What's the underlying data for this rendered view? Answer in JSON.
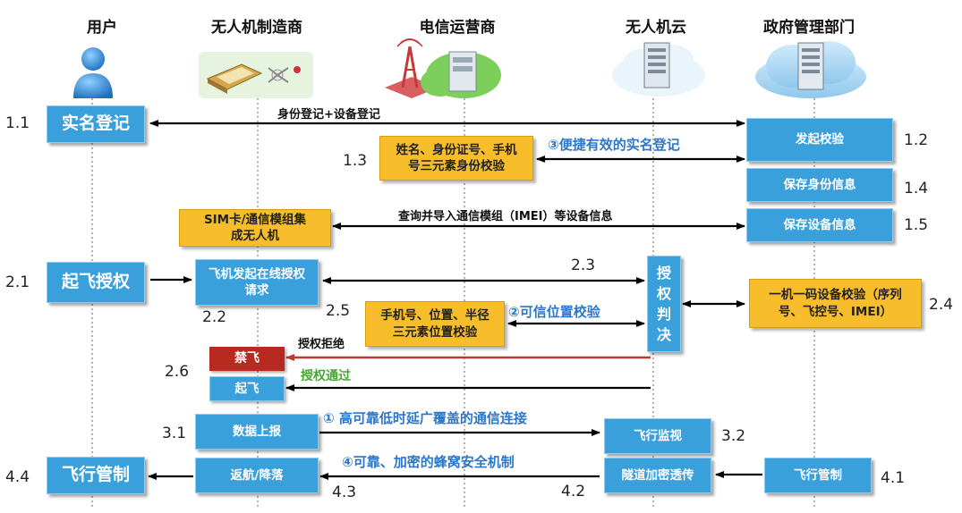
{
  "lanes": [
    {
      "name": "用户"
    },
    {
      "name": "无人机制造商"
    },
    {
      "name": "电信运营商"
    },
    {
      "name": "无人机云"
    },
    {
      "name": "政府管理部门"
    }
  ],
  "step_numbers": {
    "s1_1": "1.1",
    "s1_2": "1.2",
    "s1_3": "1.3",
    "s1_4": "1.4",
    "s1_5": "1.5",
    "s2_1": "2.1",
    "s2_2": "2.2",
    "s2_3": "2.3",
    "s2_4": "2.4",
    "s2_5": "2.5",
    "s2_6": "2.6",
    "s3_1": "3.1",
    "s3_2": "3.2",
    "s4_1": "4.1",
    "s4_2": "4.2",
    "s4_3": "4.3",
    "s4_4": "4.4"
  },
  "boxes": {
    "realname_register": "实名登记",
    "initiate_verify": "发起校验",
    "three_element_verify": "姓名、身份证号、手机号三元素身份校验",
    "save_identity": "保存身份信息",
    "sim_module": "SIM卡/通信模组集成无人机",
    "save_device": "保存设备信息",
    "takeoff_auth": "起飞授权",
    "online_auth_request": "飞机发起在线授权请求",
    "auth_decision": "授权判决",
    "one_machine_verify": "一机一码设备校验（序列号、飞控号、IMEI）",
    "location_verify": "手机号、位置、半径三元素位置校验",
    "no_fly": "禁飞",
    "take_off": "起飞",
    "data_report": "数据上报",
    "flight_monitor": "飞行监视",
    "flight_control_user": "飞行管制",
    "return_land": "返航/降落",
    "tunnel_encrypt": "隧道加密透传",
    "flight_control_gov": "飞行管制"
  },
  "labels": {
    "identity_device_register": "身份登记+设备登记",
    "query_import_imei": "查询并导入通信模组（IMEI）等设备信息",
    "auth_reject": "授权拒绝",
    "auth_pass": "授权通过"
  },
  "notes": {
    "n3": "③便捷有效的实名登记",
    "n2": "②可信位置校验",
    "n1": "① 高可靠低时延广覆盖的通信连接",
    "n4": "④可靠、加密的蜂窝安全机制"
  },
  "colors": {
    "box_blue": "#3aa0dc",
    "box_yellow": "#f7bd2a",
    "box_red": "#b82a20",
    "reject_arrow": "#b83a34",
    "pass_text": "#43a82f",
    "note_text": "#2c77c9"
  },
  "icons": {
    "user": "user-silhouette-icon",
    "manufacturer": "drone-and-chip-icon",
    "operator": "cell-tower-cloud-icon",
    "drone_cloud": "server-cloud-icon",
    "government": "server-cloud-icon"
  }
}
